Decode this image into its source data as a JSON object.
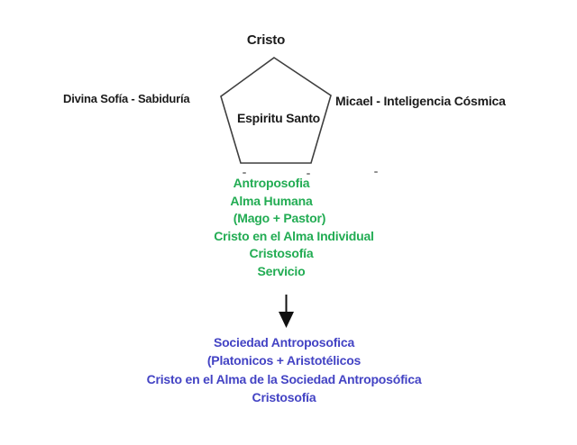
{
  "colors": {
    "ink": "#1b1b1b",
    "green": "#22AC53",
    "blue": "#4343C4",
    "outline": "#3f3f3f"
  },
  "diagram": {
    "top_label": "Cristo",
    "left_label": "Divina Sofía - Sabiduría",
    "right_label": "Micael - Inteligencia Cósmica",
    "pentagon_label": "Espiritu Santo",
    "green_block": {
      "lines": [
        "Antroposofia",
        "Alma Humana",
        "(Mago + Pastor)",
        "Cristo en el Alma Individual",
        "Cristosofía",
        "Servicio"
      ]
    },
    "blue_block": {
      "lines": [
        "Sociedad Antroposofica",
        "(Platonicos + Aristotélicos",
        "Cristo en el Alma de la Sociedad Antroposófica",
        "Cristosofía"
      ]
    }
  }
}
